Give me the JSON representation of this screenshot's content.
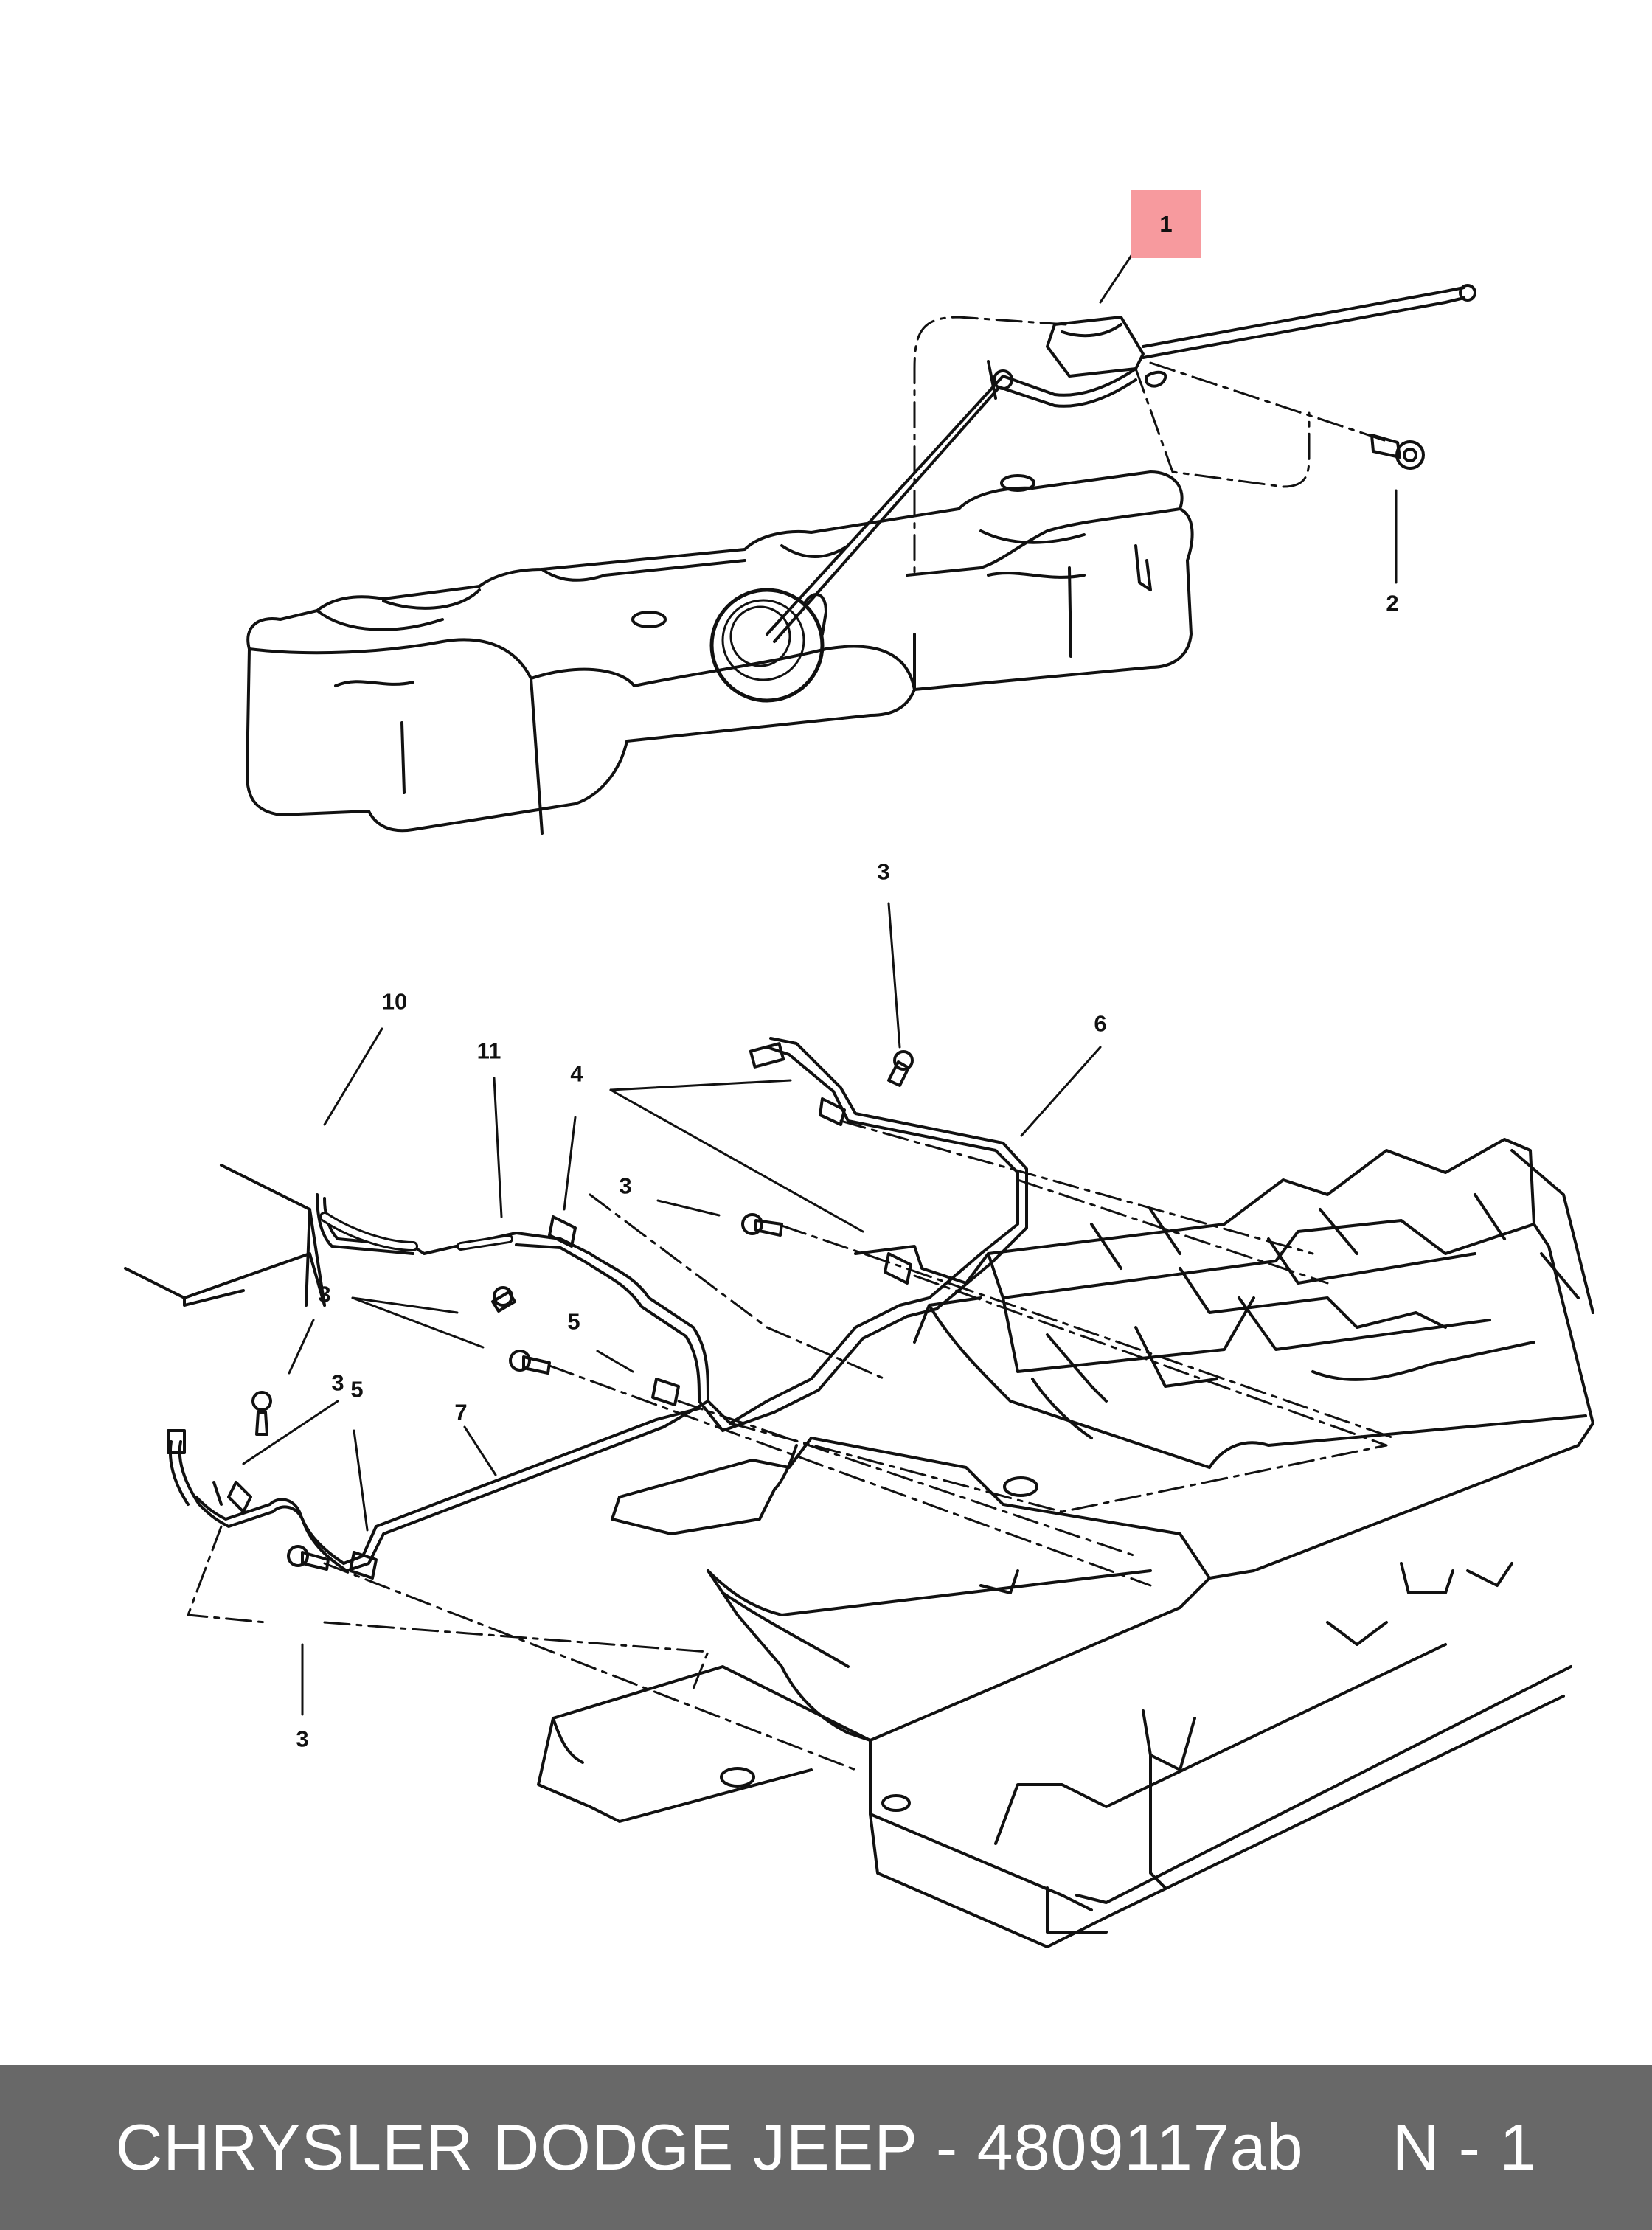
{
  "colors": {
    "line": "#111111",
    "highlight": "#f79a9e",
    "footer_bg": "#686868",
    "footer_text": "#ffffff",
    "background": "#ffffff"
  },
  "diagram": {
    "highlighted_callout": "1",
    "callouts": [
      "1",
      "2",
      "3",
      "3",
      "3",
      "3",
      "3",
      "4",
      "5",
      "5",
      "6",
      "7",
      "10",
      "11"
    ]
  },
  "footer": {
    "part_label": "CHRYSLER DODGE JEEP - 4809117ab",
    "page_label": "N - 1"
  }
}
